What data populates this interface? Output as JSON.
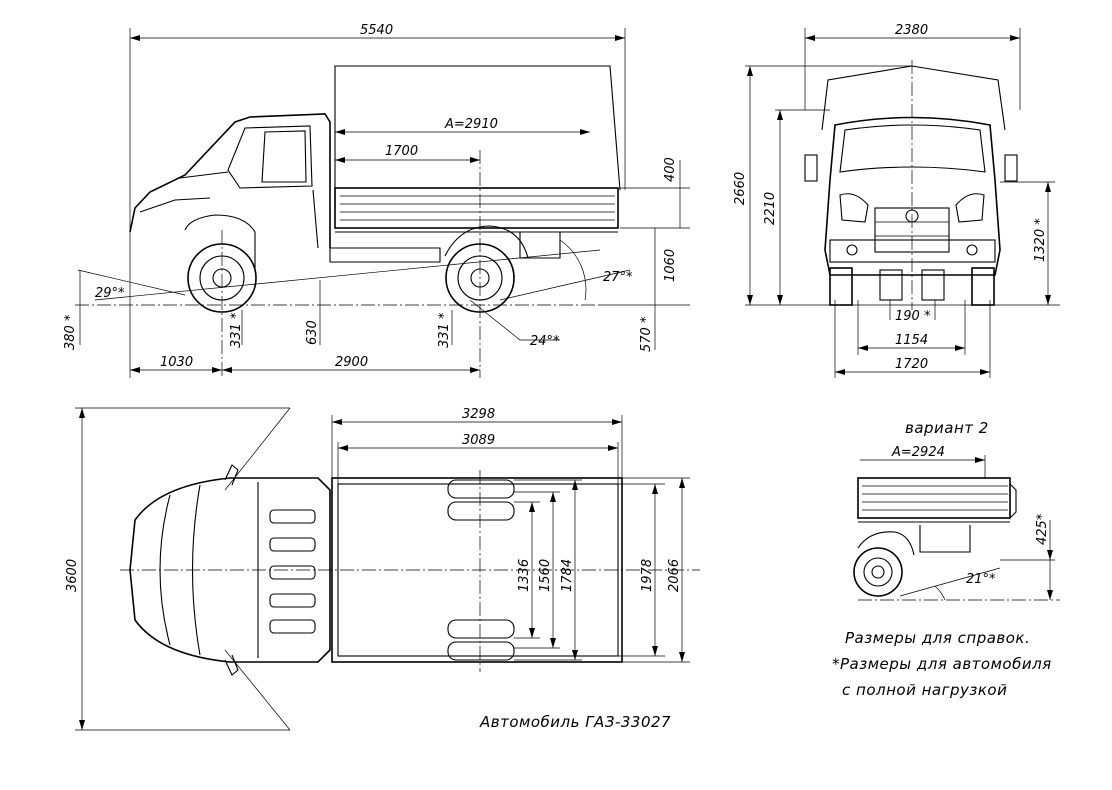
{
  "caption": "Автомобиль ГАЗ-33027",
  "notes": {
    "reference": "Размеры для справок.",
    "loaded_line1": "*Размеры для автомобиля",
    "loaded_line2": "с полной нагрузкой"
  },
  "variant": {
    "title": "вариант 2",
    "wheelbase_label": "A=2924",
    "height": "425*",
    "angle": "21°*"
  },
  "side_view": {
    "overall_length": "5540",
    "body_length": "A=2910",
    "axle_offset": "1700",
    "front_overhang": "1030",
    "wheelbase": "2900",
    "side_height": "400",
    "platform_height": "1060",
    "approach_angle": "29°*",
    "departure_angle": "27°*",
    "ramp_angle": "24°*",
    "front_clearance": "380 *",
    "front_axle_clearance": "331 *",
    "frame_clearance": "630",
    "rear_axle_clearance": "331 *",
    "rear_clearance": "570 *"
  },
  "front_view": {
    "overall_width": "2380",
    "overall_height": "2660",
    "cab_height": "2210",
    "platform_height": "1320 *",
    "min_clearance": "190 *",
    "rear_track": "1154",
    "front_track": "1720"
  },
  "top_view": {
    "turning_width": "3600",
    "body_outer_length": "3298",
    "body_inner_length": "3089",
    "dim_1336": "1336",
    "dim_1560": "1560",
    "dim_1784": "1784",
    "body_inner_width": "1978",
    "body_outer_width": "2066"
  }
}
